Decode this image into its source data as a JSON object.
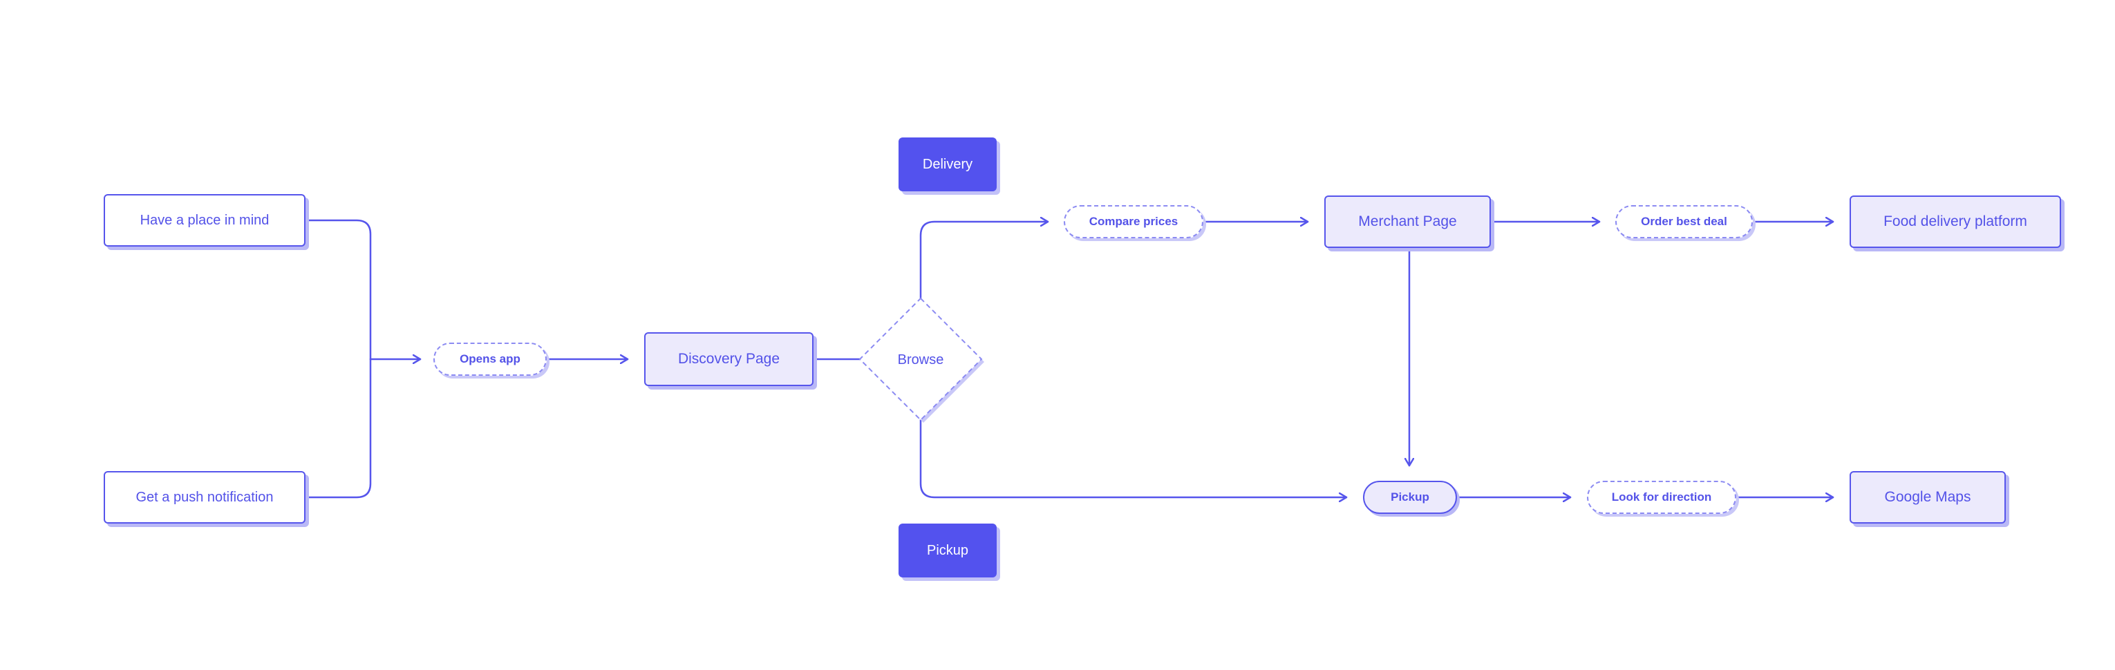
{
  "nodes": {
    "have_place": "Have a place in mind",
    "push_notification": "Get a push notification",
    "opens_app": "Opens app",
    "discovery_page": "Discovery Page",
    "browse": "Browse",
    "delivery": "Delivery",
    "pickup_tag": "Pickup",
    "compare_prices": "Compare prices",
    "merchant_page": "Merchant Page",
    "order_best_deal": "Order best deal",
    "food_delivery_platform": "Food delivery platform",
    "pickup": "Pickup",
    "look_for_direction": "Look for direction",
    "google_maps": "Google Maps"
  },
  "colors": {
    "accent": "#5352ee",
    "stroke": "#5655ec",
    "tint": "#eceafc",
    "shadow": "#b9b8f6"
  }
}
